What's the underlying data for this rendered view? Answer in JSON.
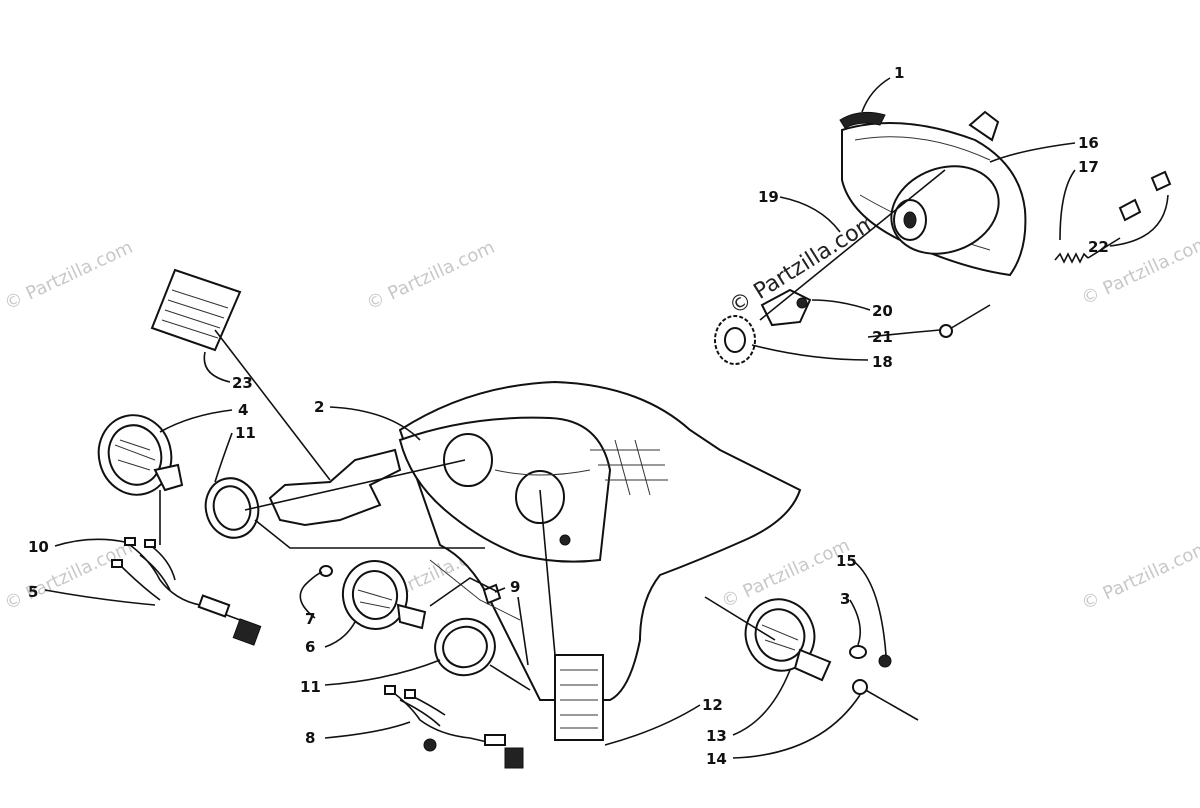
{
  "callouts": {
    "n1": "1",
    "n2": "2",
    "n3": "3",
    "n4": "4",
    "n5": "5",
    "n6": "6",
    "n7": "7",
    "n8": "8",
    "n9": "9",
    "n10": "10",
    "n11a": "11",
    "n11b": "11",
    "n12": "12",
    "n13": "13",
    "n14": "14",
    "n15": "15",
    "n16": "16",
    "n17": "17",
    "n18": "18",
    "n19": "19",
    "n20": "20",
    "n21": "21",
    "n22": "22",
    "n23": "23"
  },
  "watermark": {
    "text": "© Partzilla.com"
  }
}
